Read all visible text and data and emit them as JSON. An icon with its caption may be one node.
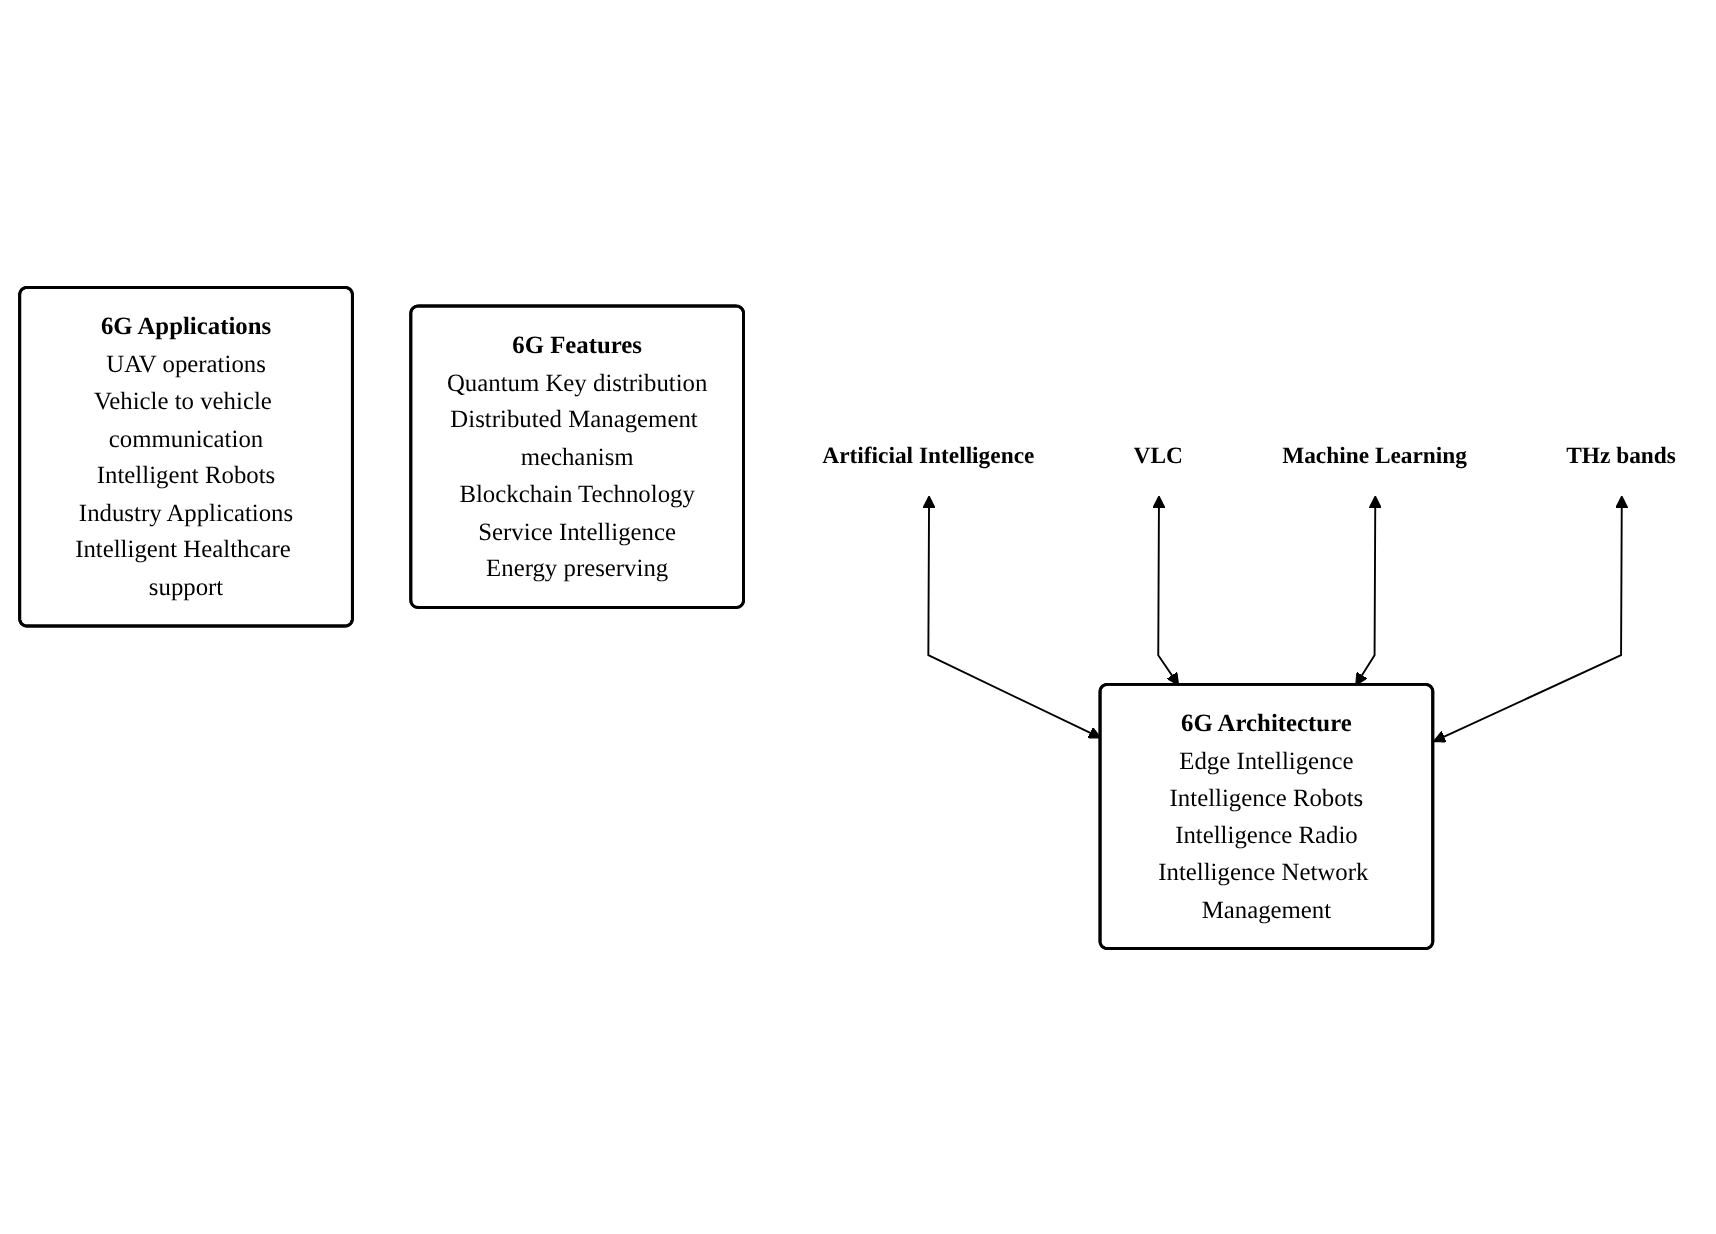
{
  "diagram": {
    "nodes": [
      {
        "text": [
          "6G Applications",
          "UAV operations",
          "Vehicle to vehicle communication",
          "Intelligent Robots",
          "Industry Applications",
          "Intelligent Healthcare support"
        ]
      },
      {
        "text": [
          "6G Features",
          "Quantum Key distribution",
          "Distributed Management mechanism",
          "Blockchain Technology",
          "Service Intelligence",
          "Energy preserving"
        ]
      },
      {
        "text": [
          "6G Architecture",
          "Edge Intelligence",
          "Intelligence Robots",
          "Intelligence Radio",
          "Intelligence Network Management"
        ]
      },
      {
        "text": [
          "Artificial Intelligence"
        ]
      },
      {
        "text": [
          "VLC"
        ]
      },
      {
        "text": [
          "Machine Learning"
        ]
      },
      {
        "text": [
          "THz bands"
        ]
      }
    ],
    "edges": [
      {
        "from": 3,
        "to": 2,
        "arrow": "both"
      },
      {
        "from": 4,
        "to": 2,
        "arrow": "both"
      },
      {
        "from": 5,
        "to": 2,
        "arrow": "both"
      },
      {
        "from": 6,
        "to": 2,
        "arrow": "both"
      }
    ]
  }
}
